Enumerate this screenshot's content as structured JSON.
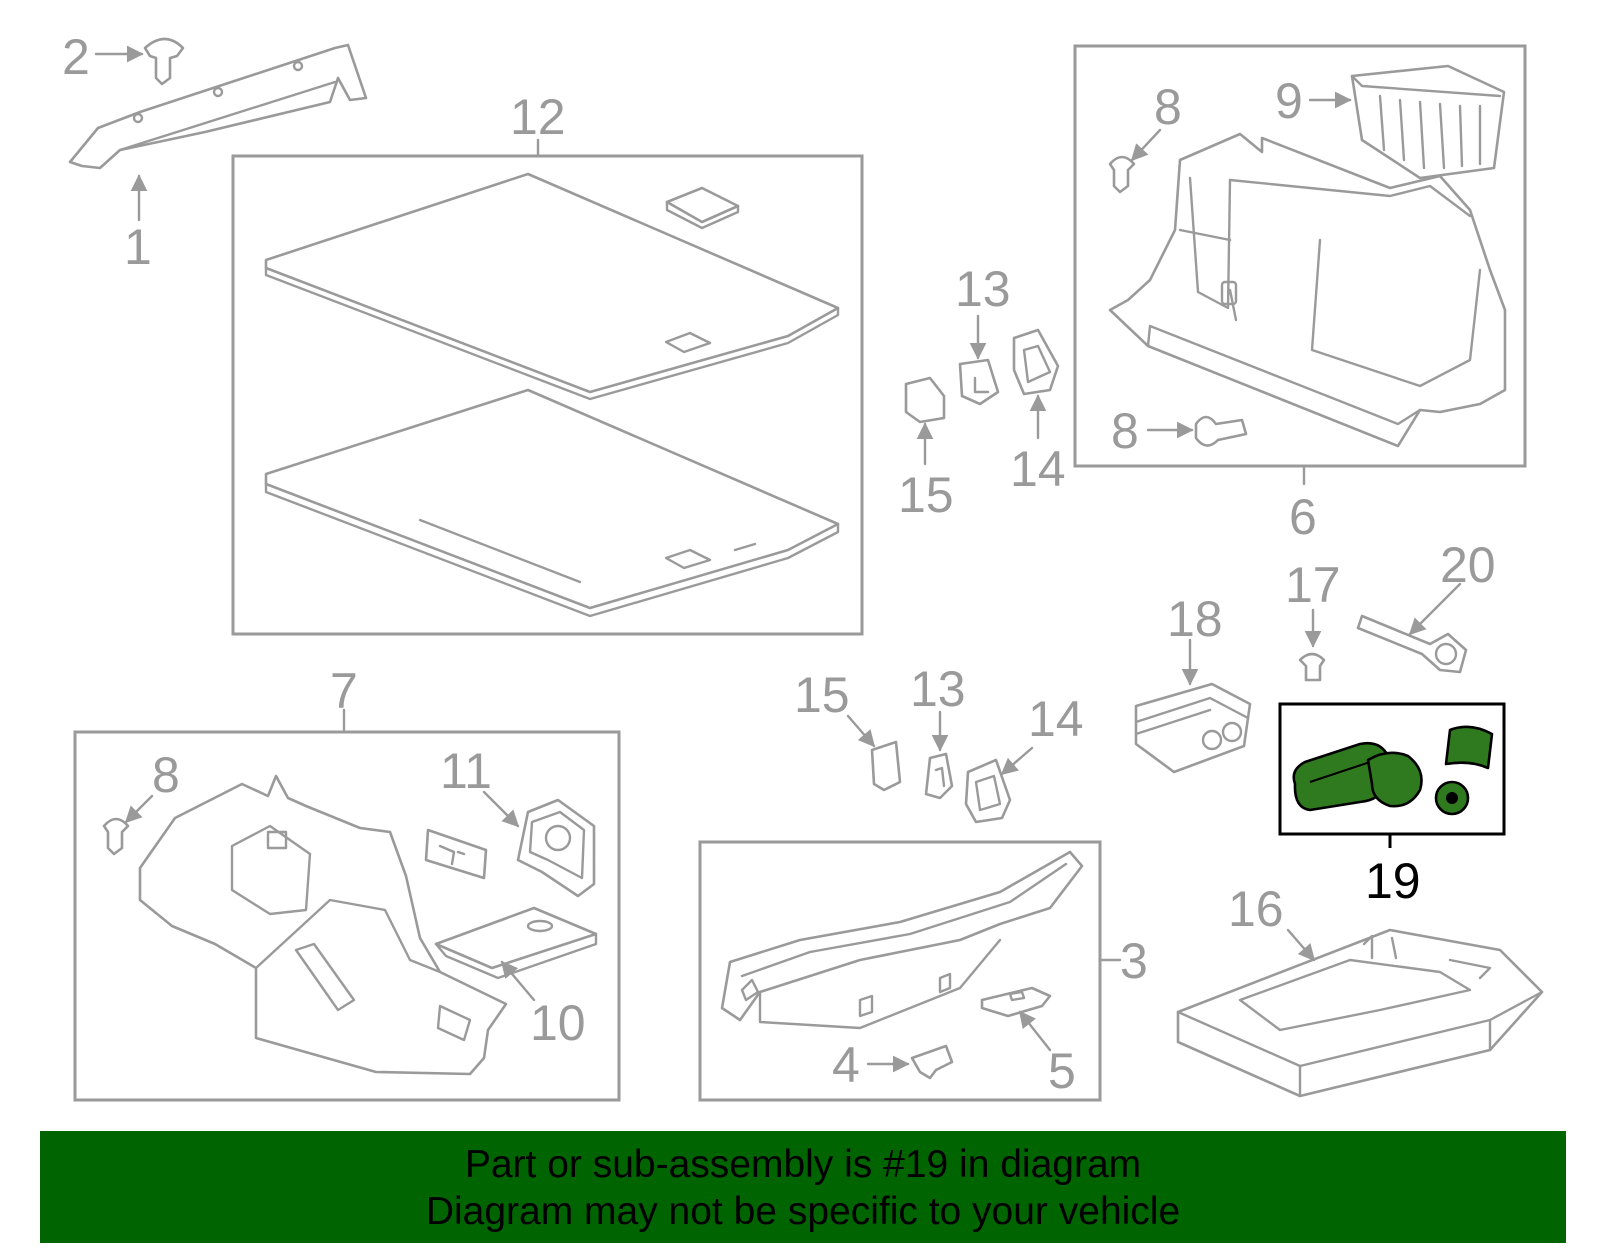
{
  "callouts": {
    "c1": "1",
    "c2": "2",
    "c3": "3",
    "c4": "4",
    "c5": "5",
    "c6": "6",
    "c7": "7",
    "c8a": "8",
    "c8b": "8",
    "c8c": "8",
    "c9": "9",
    "c10": "10",
    "c11": "11",
    "c12": "12",
    "c13a": "13",
    "c13b": "13",
    "c14a": "14",
    "c14b": "14",
    "c15a": "15",
    "c15b": "15",
    "c16": "16",
    "c17": "17",
    "c18": "18",
    "c19": "19",
    "c20": "20"
  },
  "highlight": {
    "part_number": "19",
    "color": "#2f7a1f"
  },
  "banner": {
    "line1": "Part or sub-assembly is #19 in diagram",
    "line2": "Diagram may not be specific to your vehicle",
    "background": "#006400"
  },
  "colors": {
    "line_art": "#9a9a9a",
    "highlight_box": "#000000"
  }
}
